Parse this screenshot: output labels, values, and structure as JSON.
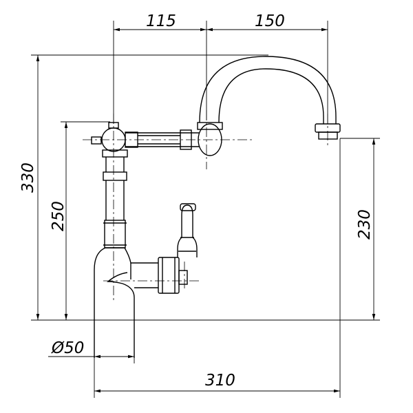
{
  "drawing": {
    "subject": "faucet-side-view",
    "dimensions": {
      "handle_offset": "115",
      "spout_reach": "150",
      "total_height": "330",
      "handle_height": "250",
      "spout_outlet_height": "230",
      "base_diameter": "Ø50",
      "total_depth": "310"
    }
  }
}
